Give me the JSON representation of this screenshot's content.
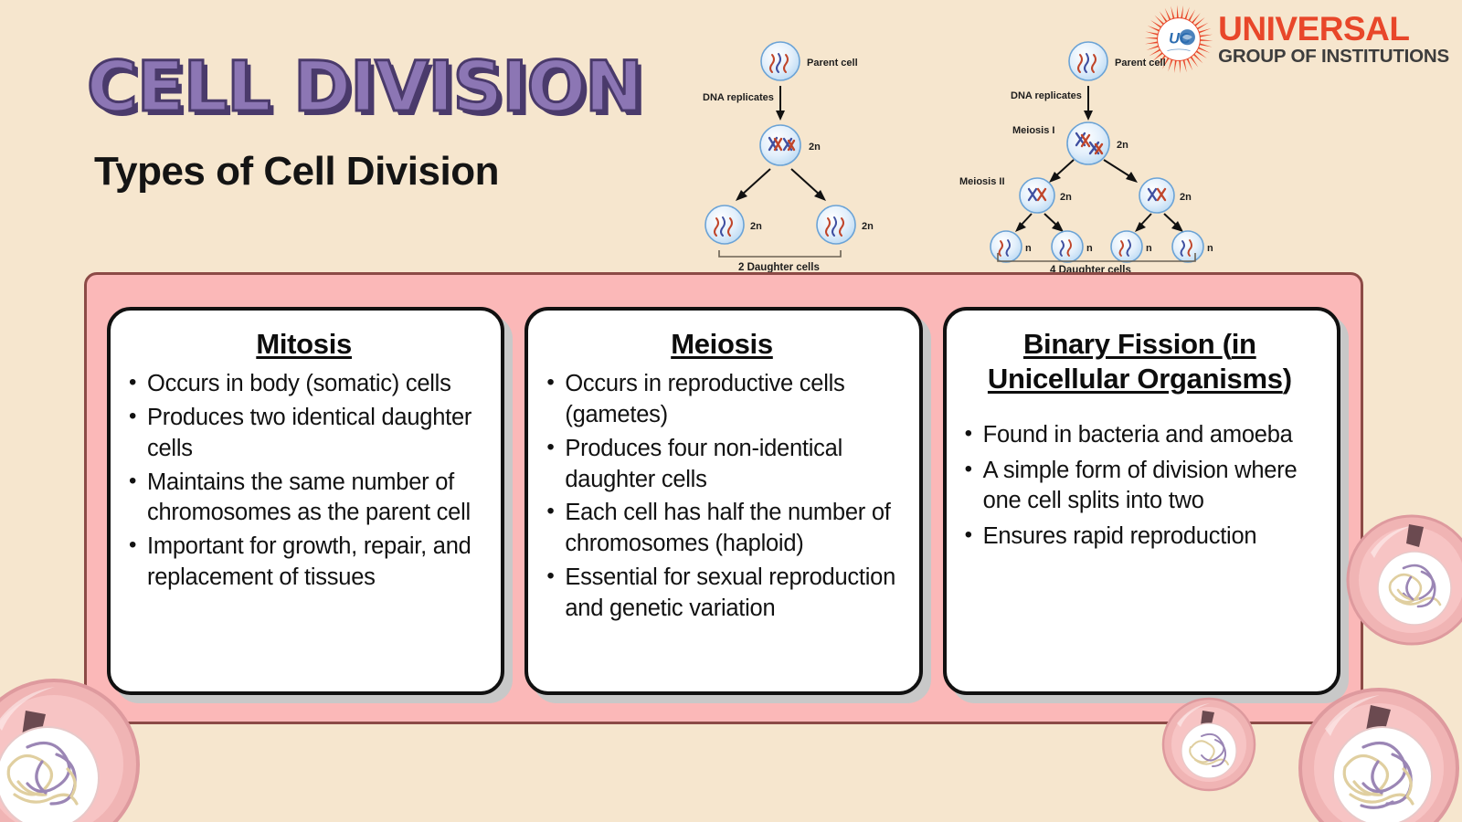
{
  "header": {
    "title": "CELL DIVISION",
    "subtitle": "Types of Cell Division",
    "title_color": "#8c76b4",
    "title_outline_color": "#4a3a6b"
  },
  "logo": {
    "name_main": "UNIVERSAL",
    "name_sub": "GROUP OF INSTITUTIONS",
    "emblem_text": "UC",
    "main_color": "#e8472a",
    "sub_color": "#3d3d3d",
    "emblem_color": "#e8472a"
  },
  "diagrams": [
    {
      "id": "mitosis-diagram",
      "parent_label": "Parent cell",
      "step_label": "DNA replicates",
      "replicated_label": "2n",
      "daughter_labels": [
        "2n",
        "2n"
      ],
      "bracket_label": "2 Daughter cells"
    },
    {
      "id": "meiosis-diagram",
      "parent_label": "Parent cell",
      "step_label": "DNA replicates",
      "replicated_label": "2n",
      "phase1_label": "Meiosis I",
      "phase2_label": "Meiosis II",
      "intermediate_labels": [
        "2n",
        "2n"
      ],
      "daughter_labels": [
        "n",
        "n",
        "n",
        "n"
      ],
      "bracket_label": "4 Daughter cells"
    }
  ],
  "panel": {
    "background": "#fbb8b8",
    "border_color": "#8c4a46",
    "cards": [
      {
        "title": "Mitosis",
        "title_parts": [
          {
            "text": "Mitosis",
            "underline": true
          }
        ],
        "bullets": [
          "Occurs in body (somatic) cells",
          "Produces two identical daughter cells",
          "Maintains the same number of chromosomes as the parent cell",
          "Important for growth, repair, and replacement of tissues"
        ]
      },
      {
        "title": "Meiosis",
        "title_parts": [
          {
            "text": "Meiosis",
            "underline": true
          }
        ],
        "bullets": [
          "Occurs in reproductive cells (gametes)",
          "Produces four non-identical daughter cells",
          "Each cell has half the number of chromosomes (haploid)",
          "Essential for sexual reproduction and genetic variation"
        ]
      },
      {
        "title": "Binary Fission (in Unicellular Organisms)",
        "title_parts": [
          {
            "text": "Binary Fission ",
            "underline": true
          },
          {
            "text": "(",
            "underline": false
          },
          {
            "text": "in Unicellular Organisms",
            "underline": true
          },
          {
            "text": ")",
            "underline": false
          }
        ],
        "bullets": [
          "Found in bacteria and amoeba",
          "A simple form of division where one cell splits into two",
          "Ensures rapid reproduction"
        ]
      }
    ]
  },
  "decorations": {
    "cell_body_color": "#f0b4b4",
    "cell_nucleus_color": "#ffffff",
    "chromatin_colors": [
      "#e0cfa0",
      "#9b86b5"
    ],
    "notch_color": "#6b4a50"
  }
}
